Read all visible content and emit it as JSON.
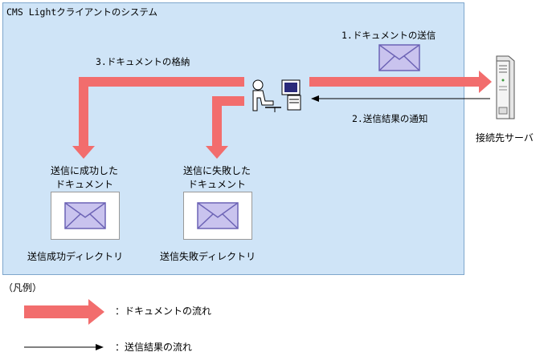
{
  "system": {
    "title": "CMS Lightクライアントのシステム"
  },
  "steps": {
    "send": "1.ドキュメントの送信",
    "notify": "2.送信結果の通知",
    "store": "3.ドキュメントの格納"
  },
  "server": {
    "label": "接続先サーバ"
  },
  "success": {
    "caption_line1": "送信に成功した",
    "caption_line2": "ドキュメント",
    "dir_label": "送信成功ディレクトリ"
  },
  "failure": {
    "caption_line1": "送信に失敗した",
    "caption_line2": "ドキュメント",
    "dir_label": "送信失敗ディレクトリ"
  },
  "legend": {
    "title": "（凡例）",
    "doc_flow": "：ドキュメントの流れ",
    "result_flow": "：送信結果の流れ"
  },
  "colors": {
    "doc_arrow": "#f26d6d",
    "system_bg": "#cfe4f7",
    "envelope_fill": "#c9c3ee",
    "envelope_stroke": "#6c63b5"
  },
  "icons": {
    "envelope": "envelope-icon",
    "client": "client-user-pc-icon",
    "server": "server-tower-icon"
  }
}
